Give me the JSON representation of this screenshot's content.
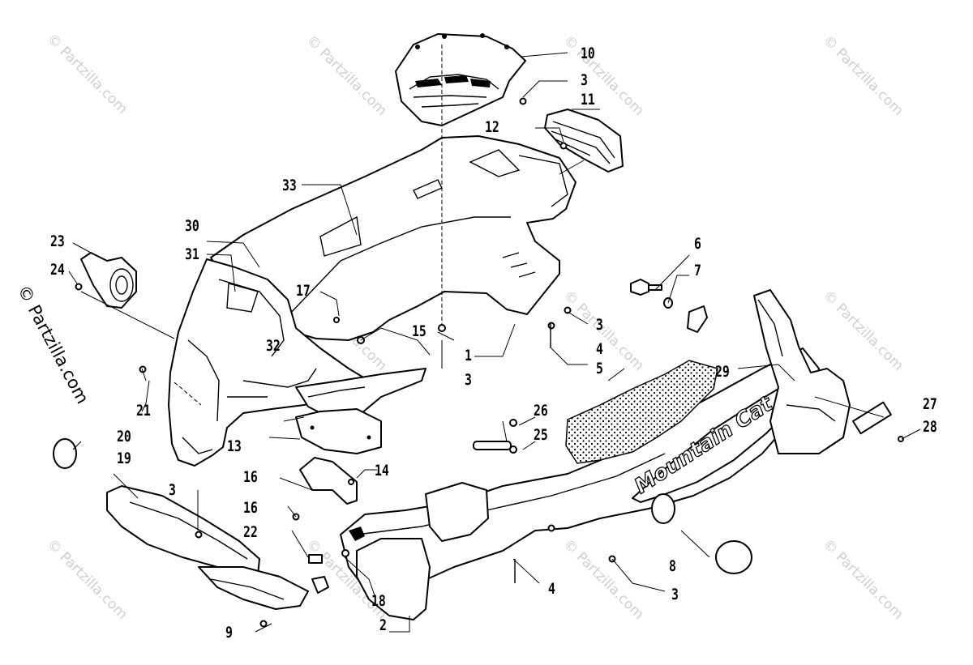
{
  "watermarks": {
    "site": "© Partzilla.com",
    "side_label": "© Partzilla.com"
  },
  "callouts": [
    {
      "id": "c1",
      "label": "1"
    },
    {
      "id": "c2",
      "label": "2"
    },
    {
      "id": "c3a",
      "label": "3"
    },
    {
      "id": "c3b",
      "label": "3"
    },
    {
      "id": "c3c",
      "label": "3"
    },
    {
      "id": "c3d",
      "label": "3"
    },
    {
      "id": "c3e",
      "label": "3"
    },
    {
      "id": "c4a",
      "label": "4"
    },
    {
      "id": "c4b",
      "label": "4"
    },
    {
      "id": "c5",
      "label": "5"
    },
    {
      "id": "c6",
      "label": "6"
    },
    {
      "id": "c7",
      "label": "7"
    },
    {
      "id": "c8",
      "label": "8"
    },
    {
      "id": "c9",
      "label": "9"
    },
    {
      "id": "c10",
      "label": "10"
    },
    {
      "id": "c11",
      "label": "11"
    },
    {
      "id": "c12",
      "label": "12"
    },
    {
      "id": "c13",
      "label": "13"
    },
    {
      "id": "c14",
      "label": "14"
    },
    {
      "id": "c15",
      "label": "15"
    },
    {
      "id": "c16a",
      "label": "16"
    },
    {
      "id": "c16b",
      "label": "16"
    },
    {
      "id": "c17",
      "label": "17"
    },
    {
      "id": "c18",
      "label": "18"
    },
    {
      "id": "c19",
      "label": "19"
    },
    {
      "id": "c20",
      "label": "20"
    },
    {
      "id": "c21",
      "label": "21"
    },
    {
      "id": "c22",
      "label": "22"
    },
    {
      "id": "c23",
      "label": "23"
    },
    {
      "id": "c24",
      "label": "24"
    },
    {
      "id": "c25",
      "label": "25"
    },
    {
      "id": "c26",
      "label": "26"
    },
    {
      "id": "c27",
      "label": "27"
    },
    {
      "id": "c28",
      "label": "28"
    },
    {
      "id": "c29",
      "label": "29"
    },
    {
      "id": "c30",
      "label": "30"
    },
    {
      "id": "c31",
      "label": "31"
    },
    {
      "id": "c32",
      "label": "32"
    },
    {
      "id": "c33",
      "label": "33"
    }
  ],
  "decal_text": "Mountain Cat"
}
